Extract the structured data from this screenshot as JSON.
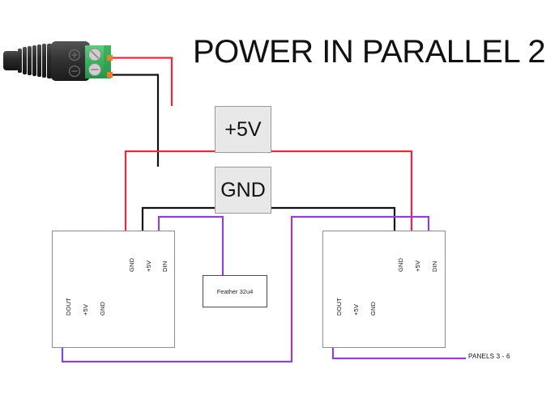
{
  "title": "POWER IN PARALLEL 2",
  "colors": {
    "wire_positive": "#f0263c",
    "wire_ground": "#111111",
    "wire_data": "#8e44c8",
    "rail_fill": "#e8e8e8",
    "rail_border": "#9a9a9a",
    "panel_border": "#8d8d8d",
    "connector_body": "#3a3a3a",
    "terminal_block": "#3fba63",
    "terminal_tab": "#e8822a",
    "screw": "#c9c9c9",
    "background": "#ffffff"
  },
  "rails": {
    "positive": "+5V",
    "ground": "GND"
  },
  "connector": {
    "name": "dc-barrel-jack-screw-terminal",
    "positive_symbol": "+",
    "negative_symbol": "-"
  },
  "controller": {
    "label": "Feather 32u4"
  },
  "panels": [
    {
      "name": "panel-1",
      "top_pins": [
        "GND",
        "+5V",
        "DIN"
      ],
      "bottom_pins": [
        "DOUT",
        "+5V",
        "GND"
      ]
    },
    {
      "name": "panel-2",
      "top_pins": [
        "GND",
        "+5V",
        "DIN"
      ],
      "bottom_pins": [
        "DOUT",
        "+5V",
        "GND"
      ]
    }
  ],
  "downstream": {
    "label": "PANELS 3 - 6"
  }
}
